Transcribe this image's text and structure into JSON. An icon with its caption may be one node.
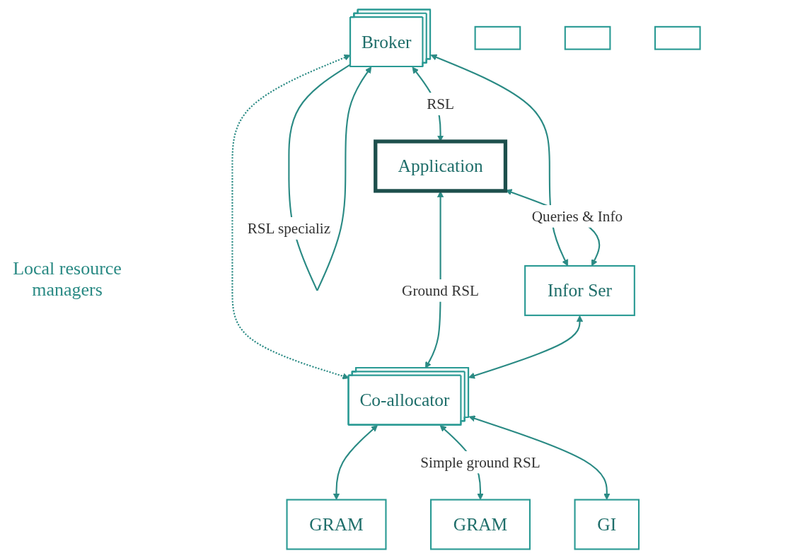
{
  "diagram": {
    "nodes": [
      {
        "text": [
          "Broker"
        ]
      },
      {
        "text": [
          "Application"
        ]
      },
      {
        "text": [
          "Infor Ser"
        ]
      },
      {
        "text": [
          "Co-allocator"
        ]
      },
      {
        "text": [
          "GRAM"
        ]
      },
      {
        "text": [
          "GRAM"
        ]
      },
      {
        "text": [
          "GI"
        ]
      },
      {
        "text": [],
        "shape": "box"
      },
      {
        "text": [],
        "shape": "box"
      },
      {
        "text": [],
        "shape": "box"
      }
    ],
    "edges": [
      {
        "from": 0,
        "to": 0,
        "arrow": "to",
        "label": "RSL specializ"
      },
      {
        "from": 1,
        "to": 0,
        "arrow": "both",
        "label": "RSL"
      },
      {
        "from": 0,
        "to": 2,
        "arrow": "both"
      },
      {
        "from": 0,
        "to": 3,
        "arrow": "both",
        "style": "dashed"
      },
      {
        "from": 1,
        "to": 2,
        "arrow": "both",
        "label": "Queries & Info"
      },
      {
        "from": 1,
        "to": 3,
        "arrow": "both",
        "label": "Ground RSL"
      },
      {
        "from": 2,
        "to": 3,
        "arrow": "both"
      },
      {
        "from": 3,
        "to": 4,
        "arrow": "both"
      },
      {
        "from": 3,
        "to": 5,
        "arrow": "both",
        "label": "Simple ground RSL"
      },
      {
        "from": 3,
        "to": 6,
        "arrow": "both"
      }
    ],
    "labels": [
      "Local resource managers"
    ]
  }
}
